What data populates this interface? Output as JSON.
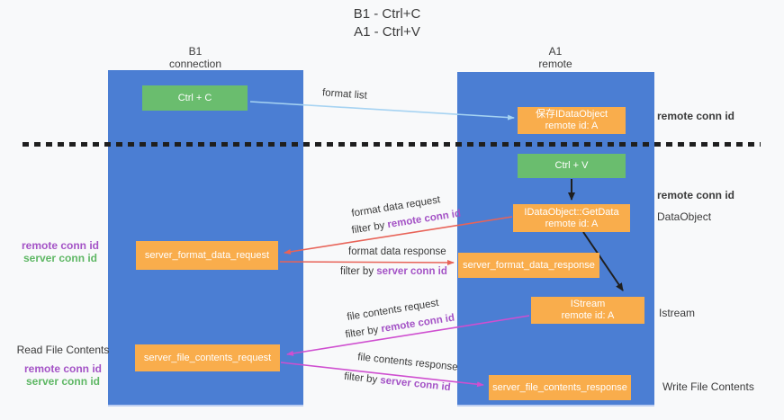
{
  "title": {
    "line1": "B1 - Ctrl+C",
    "line2": "A1 - Ctrl+V"
  },
  "columns": {
    "left": {
      "name": "B1",
      "role": "connection"
    },
    "right": {
      "name": "A1",
      "role": "remote"
    }
  },
  "nodes": {
    "ctrl_c": {
      "label": "Ctrl + C"
    },
    "save_idataobject": {
      "line1": "保存IDataObject",
      "line2": "remote id: A"
    },
    "ctrl_v": {
      "label": "Ctrl + V"
    },
    "getdata": {
      "line1": "IDataObject::GetData",
      "line2": "remote id: A"
    },
    "format_request": {
      "label": "server_format_data_request"
    },
    "format_response": {
      "label": "server_format_data_response"
    },
    "istream": {
      "line1": "IStream",
      "line2": "remote id: A"
    },
    "file_request": {
      "label": "server_file_contents_request"
    },
    "file_response": {
      "label": "server_file_contents_response"
    }
  },
  "annotations": {
    "format_list": "format list",
    "format_data_request": "format data request",
    "format_data_response": "format data response",
    "file_contents_request": "file contents request",
    "file_contents_response": "file contents response",
    "filter_by": "filter by ",
    "remote_conn_id": "remote conn id",
    "server_conn_id": "server conn id"
  },
  "side_labels": {
    "right_top_remote_conn_id": "remote conn id",
    "right_mid_remote_conn_id": "remote conn id",
    "dataobject": "DataObject",
    "istream": "Istream",
    "write_file_contents": "Write File Contents",
    "read_file_contents": "Read File Contents",
    "left_remote_conn_id": "remote conn id",
    "left_server_conn_id": "server conn id",
    "left2_remote_conn_id": "remote conn id",
    "left2_server_conn_id": "server conn id"
  },
  "colors": {
    "column_blue": "#4b7ed3",
    "box_green": "#6abd6e",
    "box_orange": "#f9ad4c",
    "purple_text": "#a453c6",
    "green_text": "#5eb764",
    "arrow_red": "#e86358",
    "arrow_pink": "#cf4fd0",
    "arrow_light_blue": "#a6d3f2",
    "arrow_black": "#1f1f1f"
  }
}
